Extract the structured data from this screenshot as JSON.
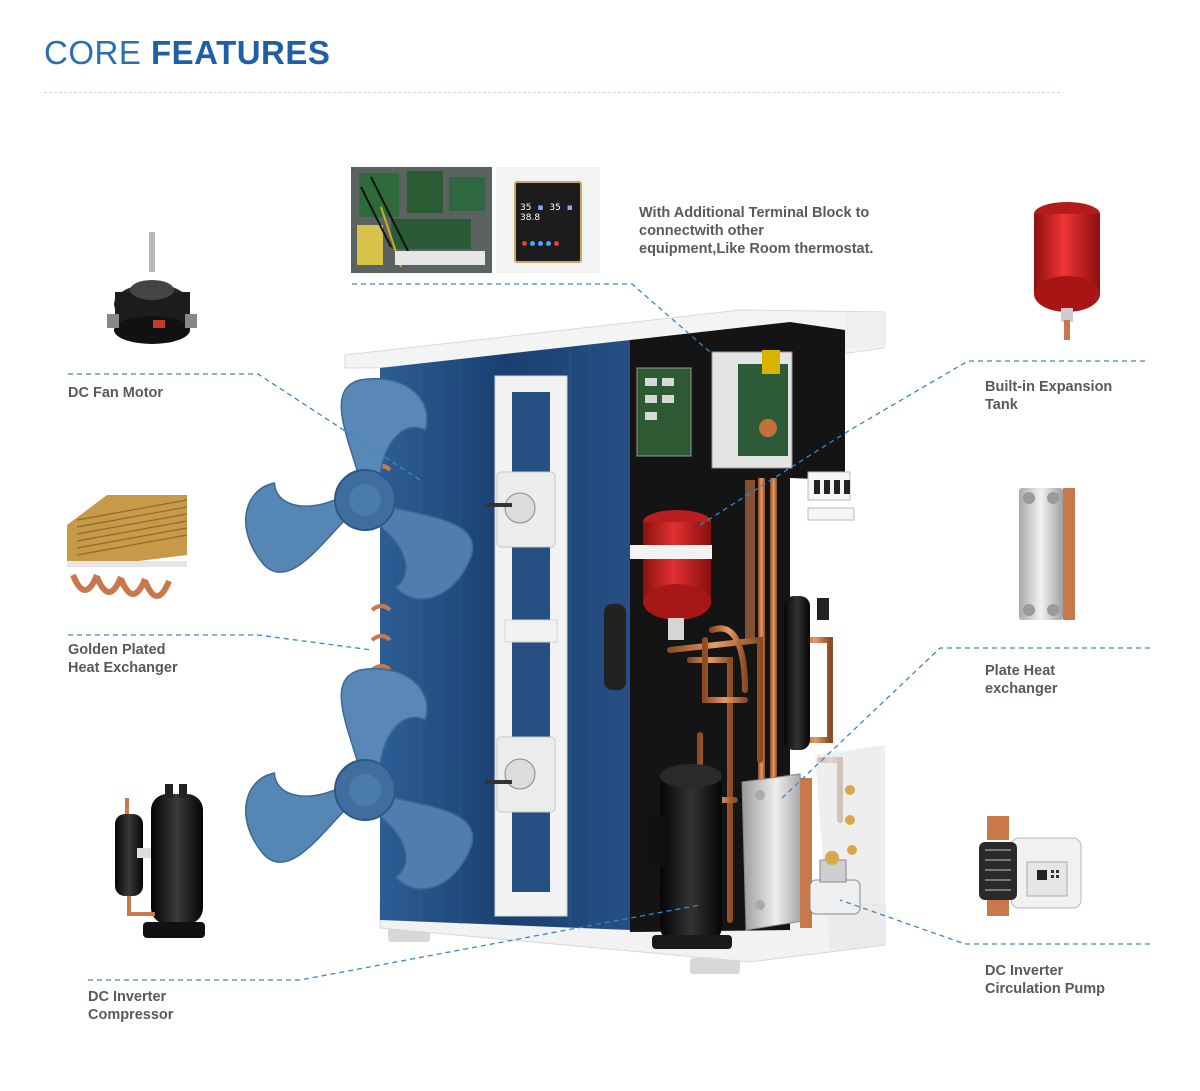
{
  "header": {
    "title_light": "CORE ",
    "title_bold": "FEATURES"
  },
  "labels": {
    "terminal_block": "With Additional Terminal Block to\nconnectwith other\nequipment,Like Room thermostat.",
    "fan_motor": "DC Fan Motor",
    "expansion_tank": "Built-in Expansion\nTank",
    "heat_exchanger": "Golden Plated\nHeat Exchanger",
    "plate_heat_exchanger": "Plate Heat\nexchanger",
    "compressor": "DC Inverter\nCompressor",
    "circulation_pump": "DC Inverter\nCirculation Pump"
  },
  "thermostat_display": {
    "left": "35",
    "middle": "35",
    "right": "38.8"
  },
  "colors": {
    "title": "#1f5fa6",
    "leader_line": "#3a86c8",
    "fan_blade": "#4f7fae",
    "coil": "#1d3f6e",
    "expansion_tank": "#c81e1e",
    "copper": "#c8784a"
  }
}
